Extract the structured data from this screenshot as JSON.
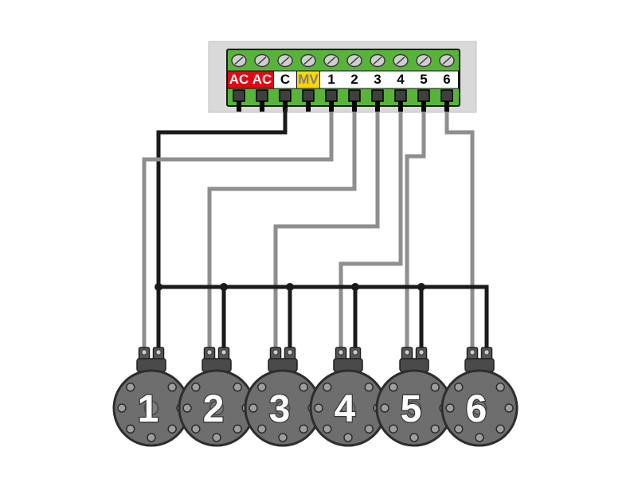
{
  "colors": {
    "panel": "#d9d9d9",
    "panel_border": "#c2c2c2",
    "strip_green": "#58b33a",
    "strip_border": "#1a1a1a",
    "label_row_white": "#ffffff",
    "label_red": "#e30613",
    "label_yellow": "#ffd504",
    "text_on_red": "#ffffff",
    "text_black": "#000000",
    "mv_text": "#7f7f7f",
    "wire_black": "#1a1a1a",
    "wire_gray": "#8e8e8e"
  },
  "terminals": [
    {
      "label": "AC"
    },
    {
      "label": "AC"
    },
    {
      "label": "C"
    },
    {
      "label": "MV"
    },
    {
      "label": "1"
    },
    {
      "label": "2"
    },
    {
      "label": "3"
    },
    {
      "label": "4"
    },
    {
      "label": "5"
    },
    {
      "label": "6"
    }
  ],
  "valves": [
    {
      "label": "1"
    },
    {
      "label": "2"
    },
    {
      "label": "3"
    },
    {
      "label": "4"
    },
    {
      "label": "5"
    },
    {
      "label": "6"
    }
  ]
}
